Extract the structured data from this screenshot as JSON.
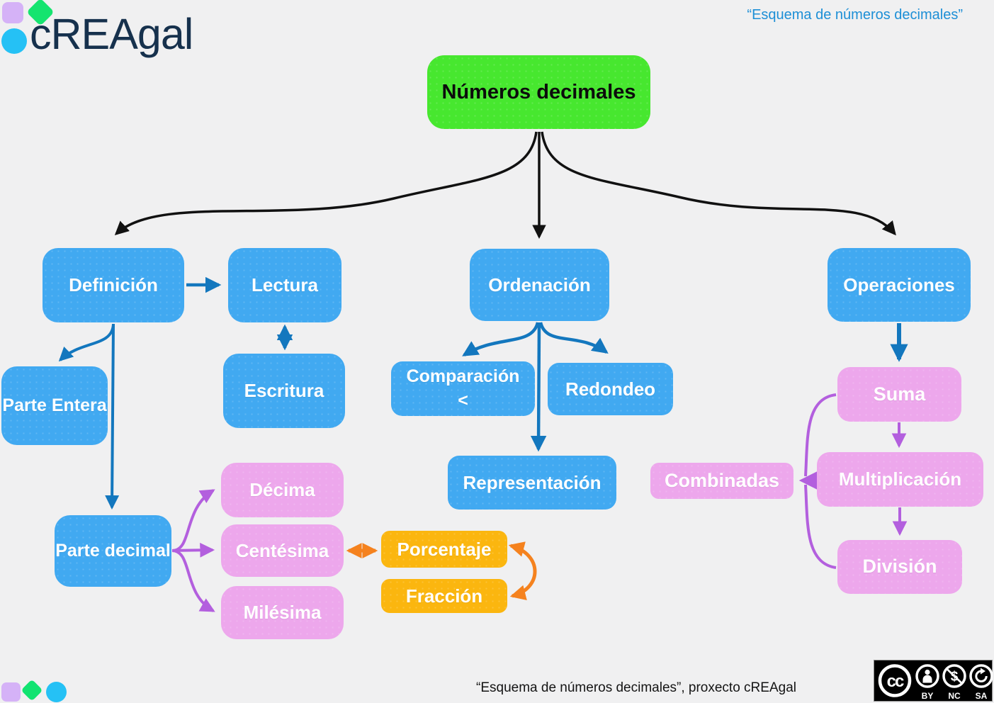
{
  "header": {
    "logo_text": "cREAgal",
    "quote": "“Esquema de números decimales”"
  },
  "diagram": {
    "root": {
      "label": "Números decimales"
    },
    "nodes": {
      "definicion": {
        "label": "Definición"
      },
      "lectura": {
        "label": "Lectura"
      },
      "escritura": {
        "label": "Escritura"
      },
      "parte_entera": {
        "label": "Parte Entera"
      },
      "parte_decimal": {
        "label": "Parte decimal"
      },
      "decima": {
        "label": "Décima"
      },
      "centesima": {
        "label": "Centésima"
      },
      "milesima": {
        "label": "Milésima"
      },
      "porcentaje": {
        "label": "Porcentaje"
      },
      "fraccion": {
        "label": "Fracción"
      },
      "ordenacion": {
        "label": "Ordenación"
      },
      "comparacion": {
        "line1": "Comparación",
        "line2": "<"
      },
      "redondeo": {
        "label": "Redondeo"
      },
      "representacion": {
        "label": "Representación"
      },
      "combinadas": {
        "label": "Combinadas"
      },
      "operaciones": {
        "label": "Operaciones"
      },
      "suma": {
        "label": "Suma"
      },
      "multiplicacion": {
        "label": "Multiplicación"
      },
      "division": {
        "label": "División"
      }
    }
  },
  "footer": {
    "caption": "“Esquema de números decimales”, proxecto cREAgal",
    "license": {
      "cc": "cc",
      "by": "BY",
      "nc": "NC",
      "sa": "SA"
    }
  },
  "colors": {
    "background": "#F0F0F1",
    "root_green": "#47E72F",
    "node_blue": "#41A9F1",
    "node_pink": "#EDA7EC",
    "node_orange": "#FBB60F",
    "arrow_blue": "#1377BE",
    "arrow_purple": "#B35FDE",
    "arrow_orange": "#F5821E",
    "arrow_black": "#111111",
    "logo_navy": "#16314D",
    "quote_blue": "#1D8FD6",
    "logo_square_lavender": "#D5B2F7",
    "logo_diamond_green": "#15E46F",
    "logo_circle_blue": "#25C1F5"
  }
}
